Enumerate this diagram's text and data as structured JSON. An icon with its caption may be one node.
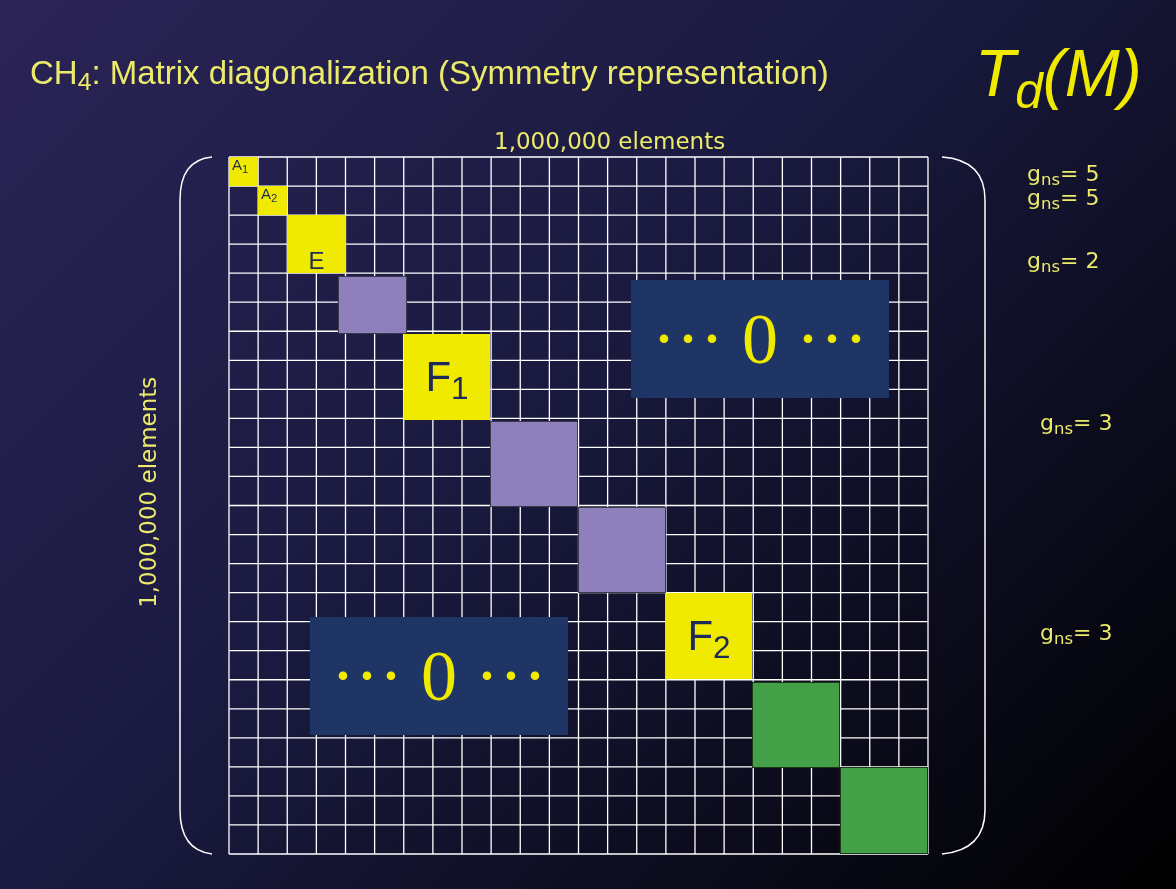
{
  "diagram": {
    "nodes": [
      {
        "text": [
          "A$_{1}$"
        ]
      },
      {
        "text": [
          "A$_{2}$"
        ]
      },
      {
        "text": [
          "E"
        ]
      },
      {
        "text": [],
        "shape": "box"
      },
      {
        "text": [
          "··· 0 ···"
        ]
      },
      {
        "text": [
          "F$_{1}$"
        ]
      },
      {
        "text": [],
        "shape": "box"
      },
      {
        "text": [],
        "shape": "box"
      },
      {
        "text": [
          "F$_{2}$"
        ]
      },
      {
        "text": [
          "··· 0 ···"
        ]
      },
      {
        "text": [],
        "shape": "box"
      },
      {
        "text": [],
        "shape": "box"
      }
    ],
    "edges": [],
    "labels": [
      "CH$_{4}$: Matrix diagonalization (Symmetry representation)",
      "T$_{d}$(M)",
      "1,000,000 elements",
      "g$_{ns}$= 5",
      "g$_{ns}$= 5",
      "g$_{ns}$= 2",
      "1,000,000 elements",
      "g$_{ns}$= 3",
      "g$_{ns}$= 3"
    ]
  }
}
